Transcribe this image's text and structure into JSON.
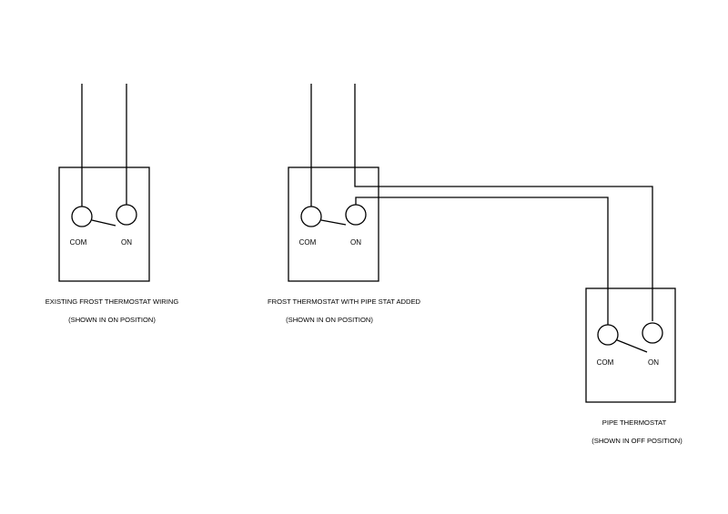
{
  "diagrams": [
    {
      "caption_line1": "EXISTING FROST THERMOSTAT WIRING",
      "caption_line2": "(SHOWN IN ON POSITION)",
      "com_label": "COM",
      "on_label": "ON",
      "switch_state": "on"
    },
    {
      "caption_line1": "FROST THERMOSTAT WITH PIPE STAT ADDED",
      "caption_line2": "(SHOWN IN ON POSITION)",
      "com_label": "COM",
      "on_label": "ON",
      "switch_state": "on"
    },
    {
      "caption_line1": "PIPE THERMOSTAT",
      "caption_line2": "(SHOWN IN OFF POSITION)",
      "com_label": "COM",
      "on_label": "ON",
      "switch_state": "off"
    }
  ],
  "colors": {
    "line": "#000000",
    "background": "#ffffff"
  }
}
